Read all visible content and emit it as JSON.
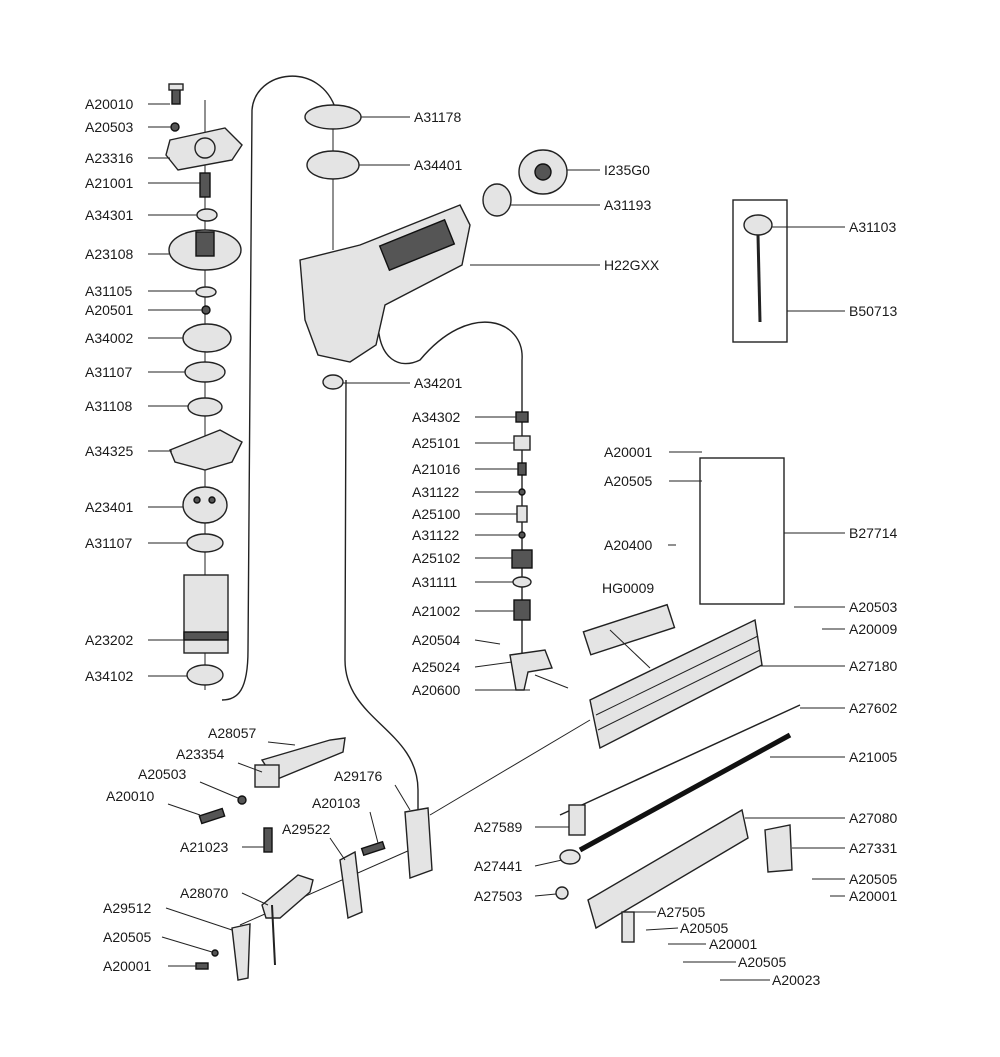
{
  "labels": {
    "a20010_top": "A20010",
    "a20503_top": "A20503",
    "a23316": "A23316",
    "a21001": "A21001",
    "a34301": "A34301",
    "a23108": "A23108",
    "a31105": "A31105",
    "a20501": "A20501",
    "a34002": "A34002",
    "a31107_a": "A31107",
    "a31108": "A31108",
    "a34325": "A34325",
    "a23401": "A23401",
    "a31107_b": "A31107",
    "a23202": "A23202",
    "a34102": "A34102",
    "a31178": "A31178",
    "a34401": "A34401",
    "i235g0": "I235G0",
    "a31193": "A31193",
    "h22gxx": "H22GXX",
    "a31103": "A31103",
    "b50713": "B50713",
    "a34201": "A34201",
    "a34302": "A34302",
    "a25101": "A25101",
    "a21016": "A21016",
    "a31122_a": "A31122",
    "a25100": "A25100",
    "a31122_b": "A31122",
    "a25102": "A25102",
    "a31111": "A31111",
    "a21002": "A21002",
    "a20504": "A20504",
    "a25024": "A25024",
    "a20600": "A20600",
    "a20001_mid": "A20001",
    "a20505_mid": "A20505",
    "b27714": "B27714",
    "a20400": "A20400",
    "hg0009": "HG0009",
    "a20503_right": "A20503",
    "a20009": "A20009",
    "a27180": "A27180",
    "a27602": "A27602",
    "a21005": "A21005",
    "a28057": "A28057",
    "a23354": "A23354",
    "a20503_left": "A20503",
    "a20010_left": "A20010",
    "a29176": "A29176",
    "a20103": "A20103",
    "a29522": "A29522",
    "a21023": "A21023",
    "a27589": "A27589",
    "a27080": "A27080",
    "a27331": "A27331",
    "a27441": "A27441",
    "a28070": "A28070",
    "a20505_r1": "A20505",
    "a20001_r1": "A20001",
    "a27503": "A27503",
    "a27505": "A27505",
    "a29512": "A29512",
    "a20505_r2": "A20505",
    "a20001_r2": "A20001",
    "a20505_left": "A20505",
    "a20505_r3": "A20505",
    "a20001_left": "A20001",
    "a20023": "A20023"
  }
}
